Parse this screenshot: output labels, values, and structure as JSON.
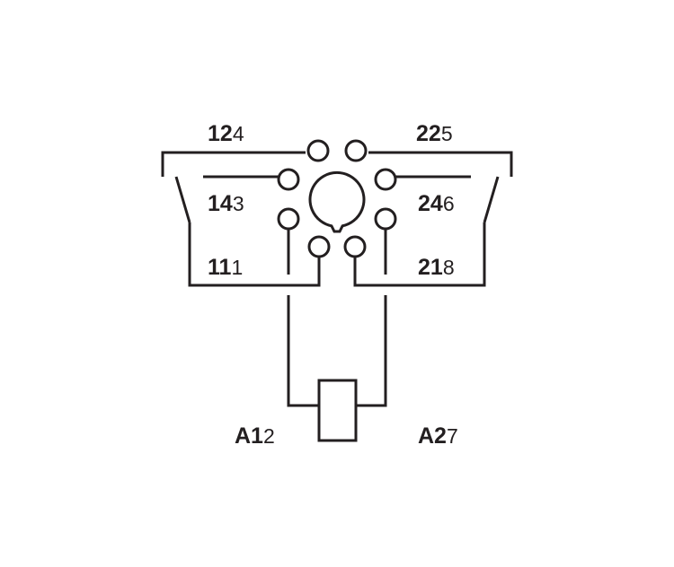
{
  "diagram": {
    "colors": {
      "line": "#231f20",
      "background": "#ffffff"
    },
    "terminals": [
      {
        "id": "t12",
        "number": "12",
        "pin": "4"
      },
      {
        "id": "t22",
        "number": "22",
        "pin": "5"
      },
      {
        "id": "t14",
        "number": "14",
        "pin": "3"
      },
      {
        "id": "t24",
        "number": "24",
        "pin": "6"
      },
      {
        "id": "t11",
        "number": "11",
        "pin": "1"
      },
      {
        "id": "t21",
        "number": "21",
        "pin": "8"
      },
      {
        "id": "tA1",
        "number": "A1",
        "pin": "2"
      },
      {
        "id": "tA2",
        "number": "A2",
        "pin": "7"
      }
    ],
    "socket": {
      "pin_count": 8,
      "center_key": "key-hole-icon"
    },
    "coil": {
      "icon": "coil-rectangle-icon"
    }
  }
}
